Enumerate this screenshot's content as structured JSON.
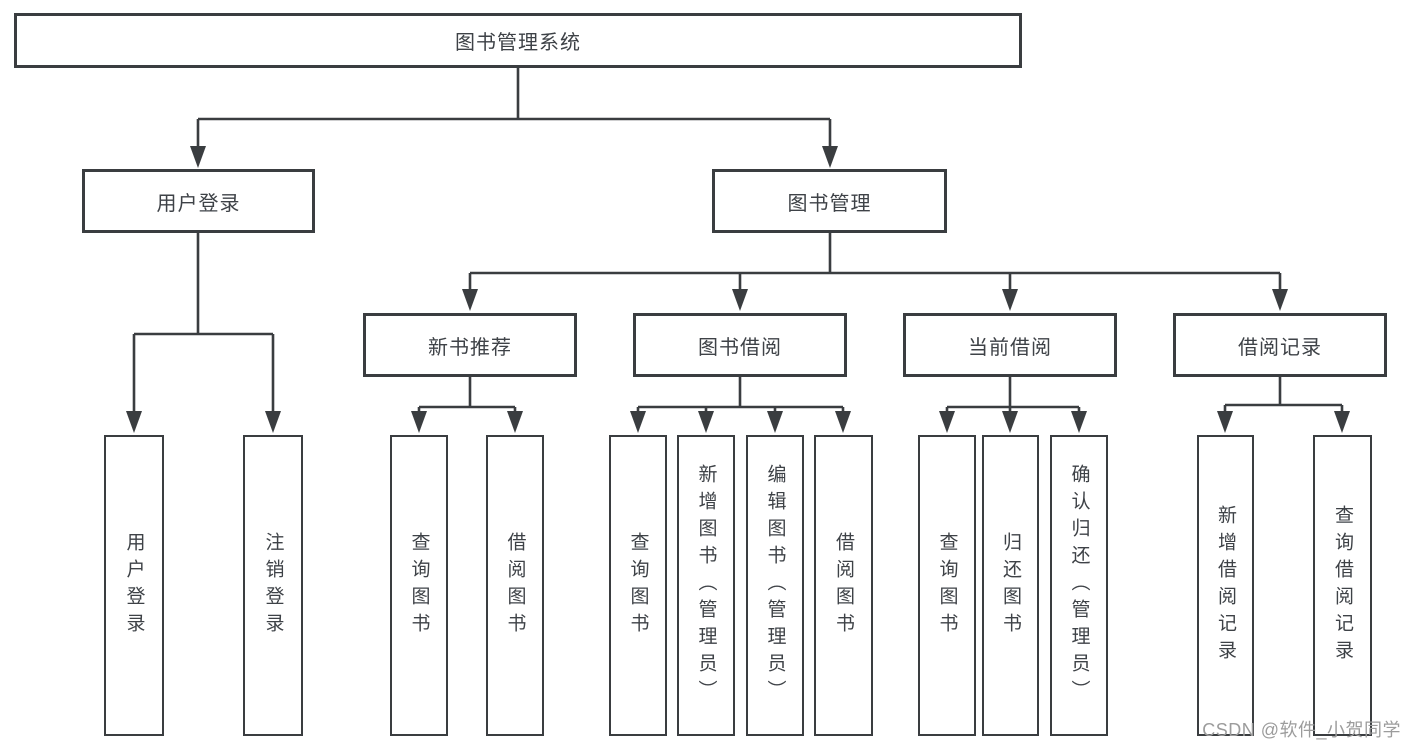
{
  "diagram": {
    "title": "图书管理系统",
    "level2": [
      {
        "label": "用户登录"
      },
      {
        "label": "图书管理"
      }
    ],
    "level3": [
      {
        "label": "新书推荐",
        "parent": "图书管理"
      },
      {
        "label": "图书借阅",
        "parent": "图书管理"
      },
      {
        "label": "当前借阅",
        "parent": "图书管理"
      },
      {
        "label": "借阅记录",
        "parent": "图书管理"
      }
    ],
    "leaves": [
      {
        "label": "用户登录",
        "parent": "用户登录"
      },
      {
        "label": "注销登录",
        "parent": "用户登录"
      },
      {
        "label": "查询图书",
        "parent": "新书推荐"
      },
      {
        "label": "借阅图书",
        "parent": "新书推荐"
      },
      {
        "label": "查询图书",
        "parent": "图书借阅"
      },
      {
        "label": "新增图书（管理员）",
        "parent": "图书借阅"
      },
      {
        "label": "编辑图书（管理员）",
        "parent": "图书借阅"
      },
      {
        "label": "借阅图书",
        "parent": "图书借阅"
      },
      {
        "label": "查询图书",
        "parent": "当前借阅"
      },
      {
        "label": "归还图书",
        "parent": "当前借阅"
      },
      {
        "label": "确认归还（管理员）",
        "parent": "当前借阅"
      },
      {
        "label": "新增借阅记录",
        "parent": "借阅记录"
      },
      {
        "label": "查询借阅记录",
        "parent": "借阅记录"
      }
    ]
  },
  "watermark": "CSDN @软件_小贺同学",
  "colors": {
    "line": "#3a3d40",
    "box_border": "#3a3d40",
    "text": "#3e4247",
    "watermark": "#9c9c9c",
    "background": "#ffffff"
  }
}
